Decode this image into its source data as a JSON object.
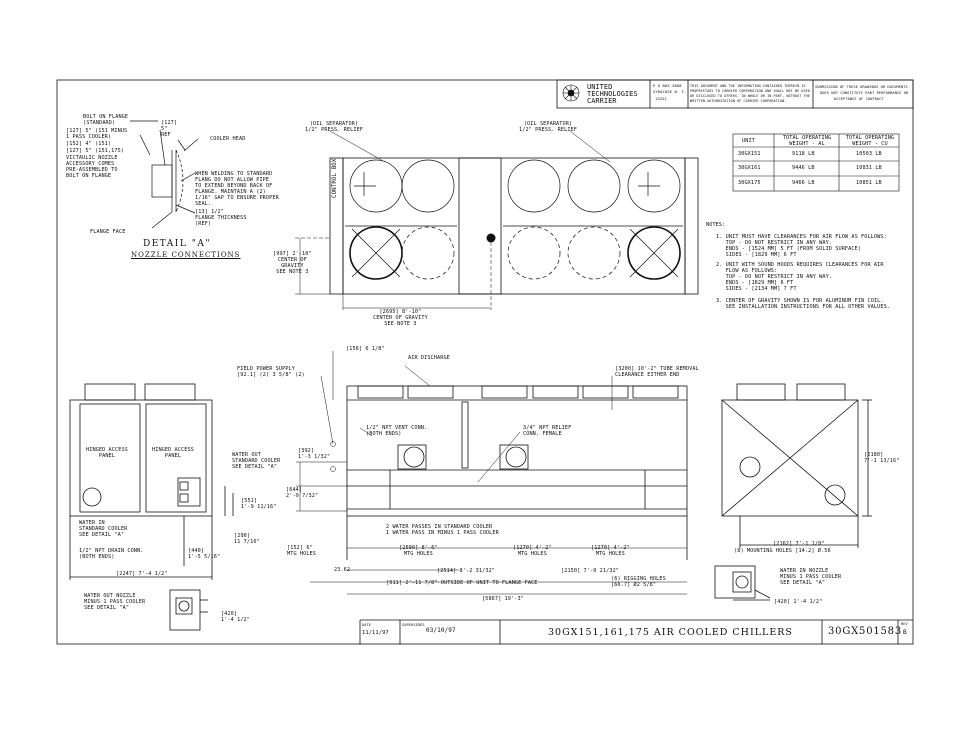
{
  "title_block": {
    "company_line1": "UNITED",
    "company_line2": "TECHNOLOGIES",
    "company_line3": "CARRIER",
    "address1": "P O BOX 4808",
    "address2": "SYRACUSE N. Y.",
    "address3": "13221",
    "notice1": "THIS DOCUMENT AND THE INFORMATION CONTAINED THEREIN IS",
    "notice2": "PROPRIETARY TO CARRIER CORPORATION AND SHALL NOT BE USED",
    "notice3": "OR DISCLOSED TO OTHERS, IN WHOLE OR IN PART, WITHOUT THE",
    "notice4": "WRITTEN AUTHORIZATION OF CARRIER CORPORATION.",
    "submission1": "SUBMISSION OF THESE DRAWINGS OR DOCUMENTS",
    "submission2": "DOES NOT CONSTITUTE PART PERFORMANCE OR",
    "submission3": "ACCEPTANCE OF CONTRACT",
    "date_label": "DATE",
    "date": "11/11/97",
    "supersedes_label": "SUPERSEDES",
    "supersedes": "03/10/97",
    "drawing_title": "30GX151,161,175 AIR COOLED CHILLERS",
    "drawing_number": "30GX501583",
    "rev_label": "REV",
    "rev": "B"
  },
  "weight_table": {
    "headers": [
      "UNIT",
      "TOTAL OPERATING\nWEIGHT - AL",
      "TOTAL OPERATING\nWEIGHT - CU"
    ],
    "rows": [
      [
        "30GX151",
        "9118 LB",
        "10503 LB"
      ],
      [
        "30GX161",
        "9446 LB",
        "10831 LB"
      ],
      [
        "30GX175",
        "9466 LB",
        "10851 LB"
      ]
    ]
  },
  "notes": {
    "heading": "NOTES:",
    "n1": "1. UNIT MUST HAVE CLEARANCES FOR AIR FLOW AS FOLLOWS:\n   TOP - DO NOT RESTRICT IN ANY WAY.\n   ENDS - [1524 MM] 5 FT (FROM SOLID SURFACE)\n   SIDES - [1829 MM] 6 FT",
    "n2": "2. UNIT WITH SOUND HOODS REQUIRES CLEARANCES FOR AIR\n   FLOW AS FOLLOWS:\n   TOP - DO NOT RESTRICT IN ANY WAY.\n   ENDS - [1829 MM] 6 FT\n   SIDES - [2134 MM] 7 FT",
    "n3": "3. CENTER OF GRAVITY SHOWN IS FOR ALUMINUM FIN COIL.\n   SEE INSTALLATION INSTRUCTIONS FOR ALL OTHER VALUES."
  },
  "detail_a": {
    "bolt_on_flange": "BOLT ON FLANGE\n(STANDARD)",
    "dim_127": "[127]\n5\"\nREF",
    "pass_minus": "[127] 5\" (151 MINUS\n1 PASS COOLER)",
    "dim_152": "[152] 4\" (151)",
    "dim_127b": "[127] 5\" (151,175)",
    "victaulic": "VICTAULIC NOZZLE\nACCESSORY COMES\nPRE-ASSEMBLED TO\nBOLT ON FLANGE",
    "cooler_head": "COOLER HEAD",
    "welding": "WHEN WELDING TO STANDARD\nFLANG DO NOT ALLOW PIPE\nTO EXTEND BEYOND BACK OF\nFLANGE. MAINTAIN A (2)\n1/16\" GAP TO ENSURE PROPER\nSEAL.",
    "flange_thickness": "[13] 1/2\"\nFLANGE THICKNESS\n(REF)",
    "flange_face": "FLANGE FACE",
    "title": "DETAIL \"A\"",
    "subtitle": "NOZZLE CONNECTIONS"
  },
  "top_view": {
    "oil_sep_left": "(OIL SEPARATOR)\n1/2\" PRESS. RELIEF",
    "oil_sep_right": "(OIL SEPARATOR)\n1/2\" PRESS. RELIEF",
    "control_box": "CONTROL BOX",
    "cog_y": "[997] 2'-10\"\nCENTER OF\nGRAVITY\nSEE NOTE 3",
    "cog_x": "[2695] 8'-10\"\nCENTER OF GRAVITY\nSEE NOTE 3"
  },
  "side_view": {
    "dim_156": "[156] 6 1/8\"",
    "air_discharge": "AIR DISCHARGE",
    "field_power": "FIELD POWER SUPPLY\n[92.1] (2) 3 5/8\" (2)",
    "tube_removal": "[3200] 10'-2\" TUBE REMOVAL\nCLEARANCE EITHER END",
    "vent_conn": "1/2\" NPT VENT CONN.\n(BOTH ENDS)",
    "relief_conn": "3/4\" NPT RELIEF\nCONN. FEMALE",
    "dim_392": "[392]\n1'-3 1/32\"",
    "dim_644": "[644]\n2'-9 7/32\"",
    "dim_551": "[551]\n1'-9 11/16\"",
    "passes": "2 WATER PASSES IN STANDARD COOLER\n1 WATER PASS IN MINUS 1 PASS COOLER",
    "dim_152": "[152] 6\"\nMTG HOLES",
    "dim_2590": "[2590] 8'-6\"\nMTG HOLES",
    "dim_1270a": "[1270] 4'-2\"\nMTG HOLES",
    "dim_1270b": "[1270] 4'-2\"\nMTG HOLES",
    "dim_23_62": "23.62",
    "dim_2514": "[2514] 8'-2 31/32\"",
    "dim_2150": "[2150] 7'-0 21/32\"",
    "rigging": "(6) RIGGING HOLES\n[66.7] Ø2 5/8\"",
    "dim_911": "[911] 2'-11 7/8\" OUTSIDE OF UNIT TO FLANGE FACE",
    "dim_5867": "[5867] 19'-3\""
  },
  "left_end_view": {
    "panel_left": "HINGED ACCESS\nPANEL",
    "panel_right": "HINGED ACCESS\nPANEL",
    "water_out": "WATER OUT\nSTANDARD COOLER\nSEE DETAIL \"A\"",
    "water_in": "WATER IN\nSTANDARD COOLER\nSEE DETAIL \"A\"",
    "dim_290": "[290]\n11 7/16\"",
    "drain": "1/2\" NPT DRAIN CONN.\n(BOTH ENDS)",
    "dim_440": "[440]\n1'-5 5/16\"",
    "dim_2247": "[2247] 7'-4 1/2\"",
    "water_out_nozzle": "WATER OUT NOZZLE\nMINUS 1 PASS COOLER\nSEE DETAIL \"A\"",
    "dim_420": "[420]\n1'-4 1/2\""
  },
  "right_end_view": {
    "dim_2180": "[2180]\n7'-1 13/16\"",
    "dim_2162": "[2162] 7'-1 1/8\"",
    "mounting": "(8) MOUNTING HOLES [14.2] Ø.56",
    "water_in_nozzle": "WATER IN NOZZLE\nMINUS 1 PASS COOLER\nSEE DETAIL \"A\"",
    "dim_4201": "[420] 1'-4 1/2\""
  }
}
